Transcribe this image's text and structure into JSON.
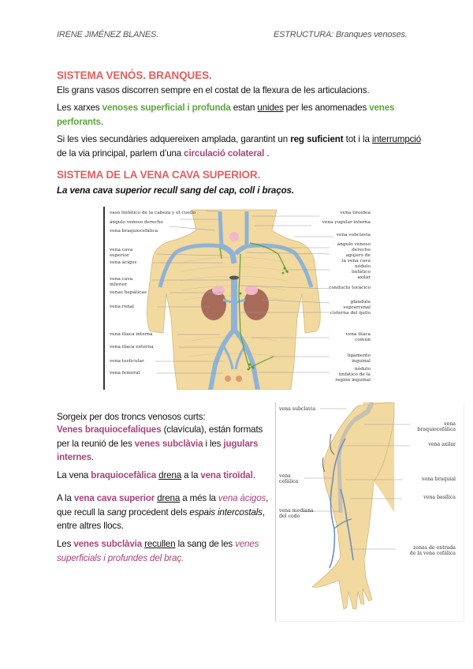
{
  "header": {
    "author": "IRENE JIMÉNEZ BLANES.",
    "topic": "ESTRUCTURA: Branques venoses."
  },
  "section1": {
    "title": "SISTEMA VENÓS. BRANQUES.",
    "p1": "Els grans vasos discorren sempre en el costat de la flexura de les articulacions.",
    "p2": {
      "t1": "Les xarxes ",
      "g1": "venoses superficial i profunda",
      "t2": " estan ",
      "u1": "unides",
      "t3": " per les anomenades ",
      "g2": "venes perforants",
      "t4": "."
    },
    "p3": {
      "t1": "Si les vies secundàries adquereixen amplada, garantint un ",
      "b1": "reg suficient",
      "t2": " tot i la ",
      "u1": "interrumpció",
      "t3": " de la via principal, parlem d’una ",
      "m1": "circulació colateral",
      "t4": " ."
    }
  },
  "section2": {
    "title": "SISTEMA DE LA VENA CAVA SUPERIOR.",
    "subtitle": "La vena cava superior recull sang del cap, coll i braços."
  },
  "figure1": {
    "left_labels": [
      "vaso linfático de la cabeza y el cuello",
      "ángulo venoso derecho",
      "vena braquiocefálica",
      "vena cava",
      "superior",
      "vena ácigos",
      "vena cava",
      "inferior",
      "venas hepáticas",
      "vena renal",
      "vena ilíaca interna",
      "vena ilíaca externa",
      "vena testicular",
      "vena femoral"
    ],
    "right_labels": [
      "vena tiroidea",
      "vena yugular interna",
      "vena subclavia",
      "ángulo venoso",
      "derecho",
      "agujero de",
      "la vena cava",
      "nódulo",
      "linfático",
      "axilar",
      "conducto torácico",
      "glándula",
      "suprarrenal",
      "cisterna del quilo",
      "vena ilíaca",
      "común",
      "ligamento",
      "inguinal",
      "nódulo",
      "linfático de la",
      "región inguinal"
    ]
  },
  "section3": {
    "p1": "Sorgeix per dos troncs venosos curts:",
    "p2": {
      "m1": "Venes braquiocefaliques",
      "t1": " (clavícula), están formats per la reunió de les ",
      "m2": "venes subclàvia",
      "t2": " i les ",
      "m3": "jugulars internes",
      "t3": "."
    },
    "p3": {
      "t1": "La vena ",
      "m1": "braquiocefàlica",
      "t2": " ",
      "u1": "drena",
      "t3": " a la ",
      "m2": "vena tiroïdal",
      "t4": "."
    },
    "p4": {
      "t1": "A la ",
      "m1": "vena cava superior",
      "t2": " ",
      "u1": "drena",
      "t3": " a més la ",
      "mi1": "vena àcigos",
      "t4": ", que recull la ",
      "i1": "sang",
      "t5": " procedent dels ",
      "i2": "espais intercostals",
      "t6": ", entre altres llocs."
    },
    "p5": {
      "t1": "Les ",
      "m1": "venes subclàvia",
      "t2": " ",
      "u1": "recullen",
      "t3": " la sang de les ",
      "mi1": "venes superficials i profundes del braç."
    }
  },
  "figure2": {
    "labels": {
      "subclavia": "vena subclavia",
      "braquio1": "vena",
      "braquio2": "braquiocefálica",
      "axilar": "vena axilar",
      "cefalica1": "vena",
      "cefalica2": "cefálica",
      "braquial": "vena braquial",
      "basilica": "vena basílica",
      "mediana1": "vena mediana",
      "mediana2": "del codo",
      "zonas1": "zonas de entrada",
      "zonas2": "de la vena cefálica"
    }
  },
  "colors": {
    "heading": "#e0605f",
    "green": "#5ba63d",
    "magenta": "#a8457e",
    "skin": "#f2d9a0",
    "vein": "#8fb3d6",
    "lymph": "#5aa02c",
    "kidney": "#a86b5a"
  }
}
